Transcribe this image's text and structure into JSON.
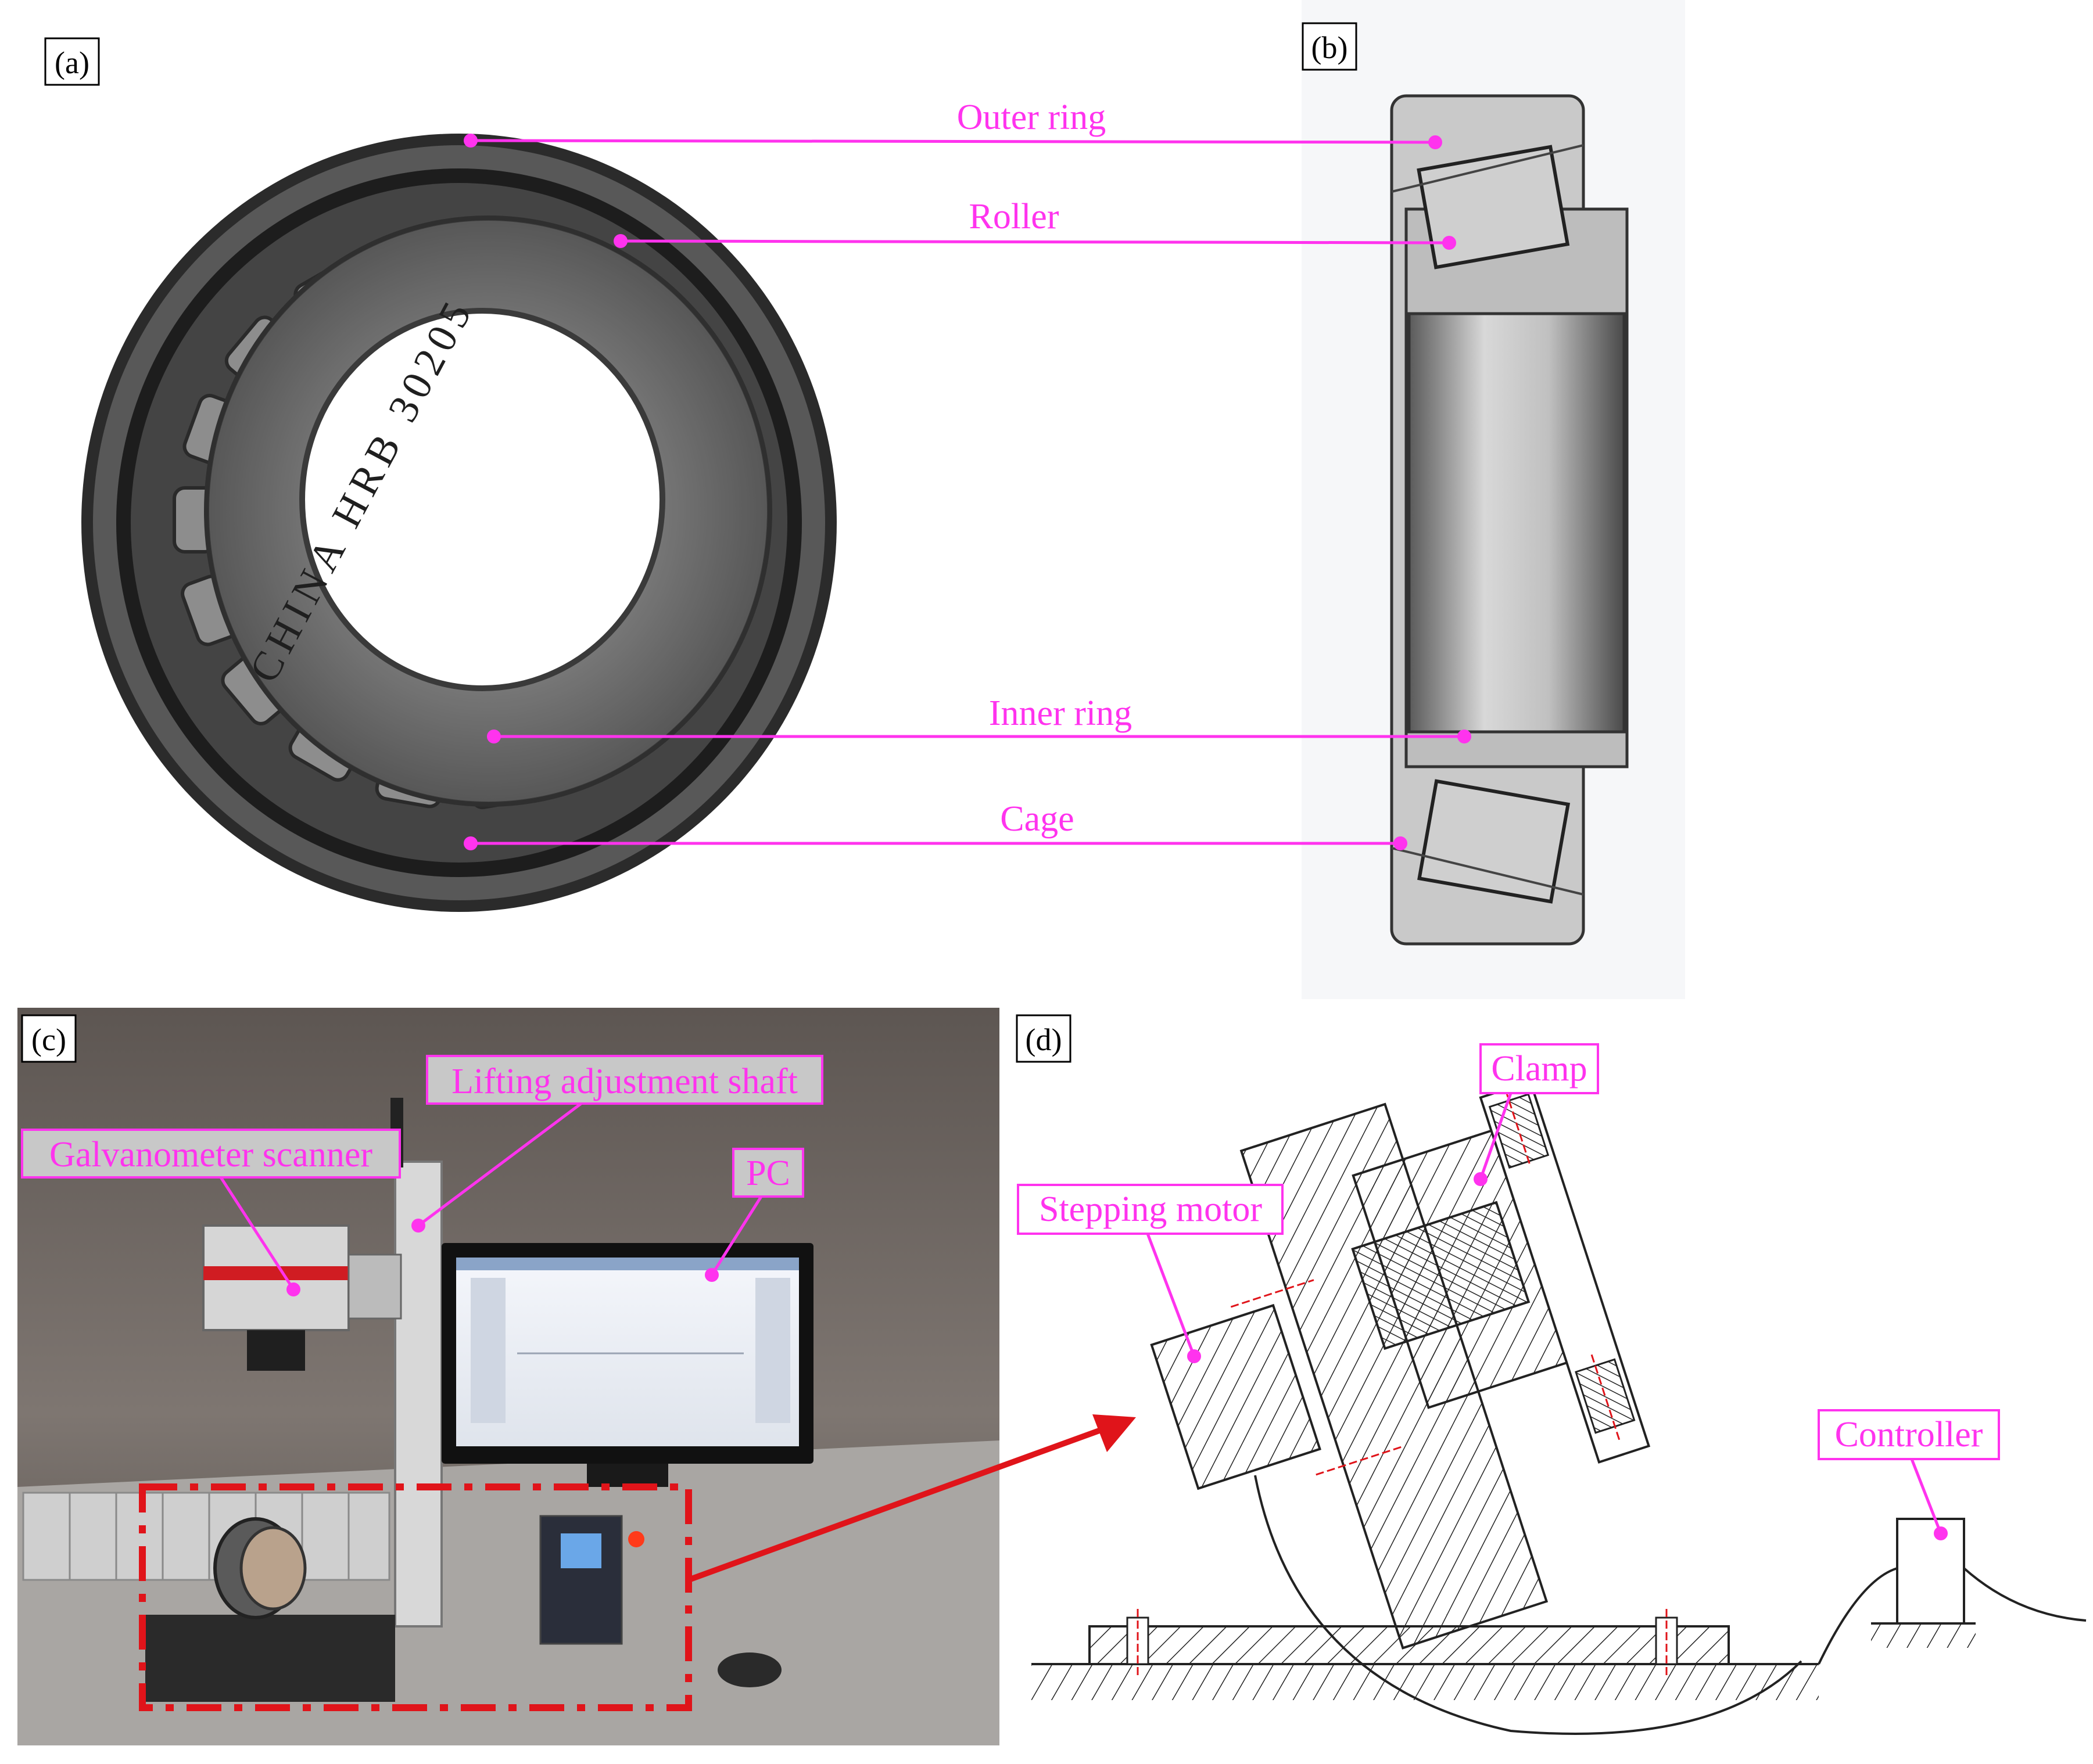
{
  "panels": {
    "a": "(a)",
    "b": "(b)",
    "c": "(c)",
    "d": "(d)"
  },
  "bearing_labels": {
    "outer_ring": "Outer ring",
    "roller": "Roller",
    "inner_ring": "Inner ring",
    "cage": "Cage"
  },
  "bearing_marking": "CHINA HRB 30205",
  "setup_labels": {
    "lifting_shaft": "Lifting adjustment shaft",
    "galvanometer": "Galvanometer scanner",
    "pc": "PC"
  },
  "schematic_labels": {
    "clamp": "Clamp",
    "stepping_motor": "Stepping motor",
    "controller": "Controller"
  },
  "colors": {
    "annotation": "#ff33ee",
    "highlight_box": "#e0141a",
    "label_bg": "#c8c8c8"
  }
}
